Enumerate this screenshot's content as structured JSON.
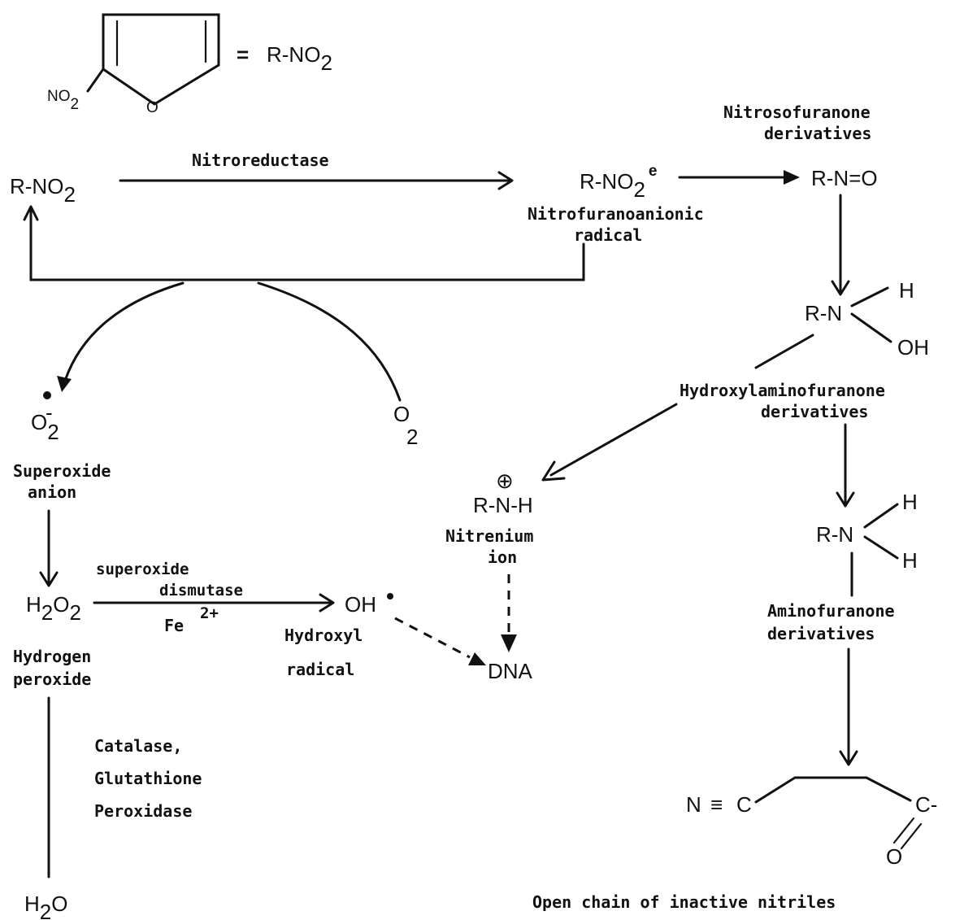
{
  "furan": {
    "substituent": "NO",
    "substituent_sub": "2",
    "ring_atom": "O",
    "equals": "=",
    "formula": "R-NO",
    "formula_sub": "2"
  },
  "species": {
    "rno2": {
      "text": "R-NO",
      "sub": "2"
    },
    "radical": {
      "text": "R-NO",
      "sub": "2",
      "sup": "e",
      "label_1": "Nitrofuranoanionic",
      "label_2": "radical"
    },
    "nitroso": {
      "text": "R-N=O",
      "label_1": "Nitrosofuranone",
      "label_2": "derivatives"
    },
    "hydroxylamine": {
      "text": "R-N",
      "h": "H",
      "oh": "OH",
      "label_1": "Hydroxylaminofuranone",
      "label_2": "derivatives"
    },
    "nitrenium": {
      "charge": "⊕",
      "text": "R-N-H",
      "label_1": "Nitrenium",
      "label_2": "ion"
    },
    "amine": {
      "text": "R-N",
      "h_top": "H",
      "h_bottom": "H",
      "label_1": "Aminofuranone",
      "label_2": "derivatives"
    },
    "superoxide": {
      "text": "O",
      "sub": "2",
      "sup": "-",
      "label_1": "Superoxide",
      "label_2": "anion"
    },
    "oxygen": {
      "text": "O",
      "sub": "2"
    },
    "h2o2": {
      "a": "H",
      "a_sub": "2",
      "b": "O",
      "b_sub": "2",
      "label_1": "Hydrogen",
      "label_2": "peroxide"
    },
    "hydroxyl": {
      "text": "OH",
      "label_1": "Hydroxyl",
      "label_2": "radical"
    },
    "dna": {
      "text": "DNA"
    },
    "water": {
      "a": "H",
      "a_sub": "2",
      "b": "O"
    },
    "nitrile": {
      "n": "N",
      "triple": "≡",
      "c": "C",
      "c2": "C-",
      "o": "O",
      "label": "Open chain of inactive nitriles"
    }
  },
  "enzymes": {
    "nitroreductase": "Nitroreductase",
    "sod_1": "superoxide",
    "sod_2": "dismutase",
    "fe": "Fe",
    "fe_charge": "2+",
    "catalase_1": "Catalase,",
    "catalase_2": "Glutathione",
    "catalase_3": "Peroxidase"
  }
}
